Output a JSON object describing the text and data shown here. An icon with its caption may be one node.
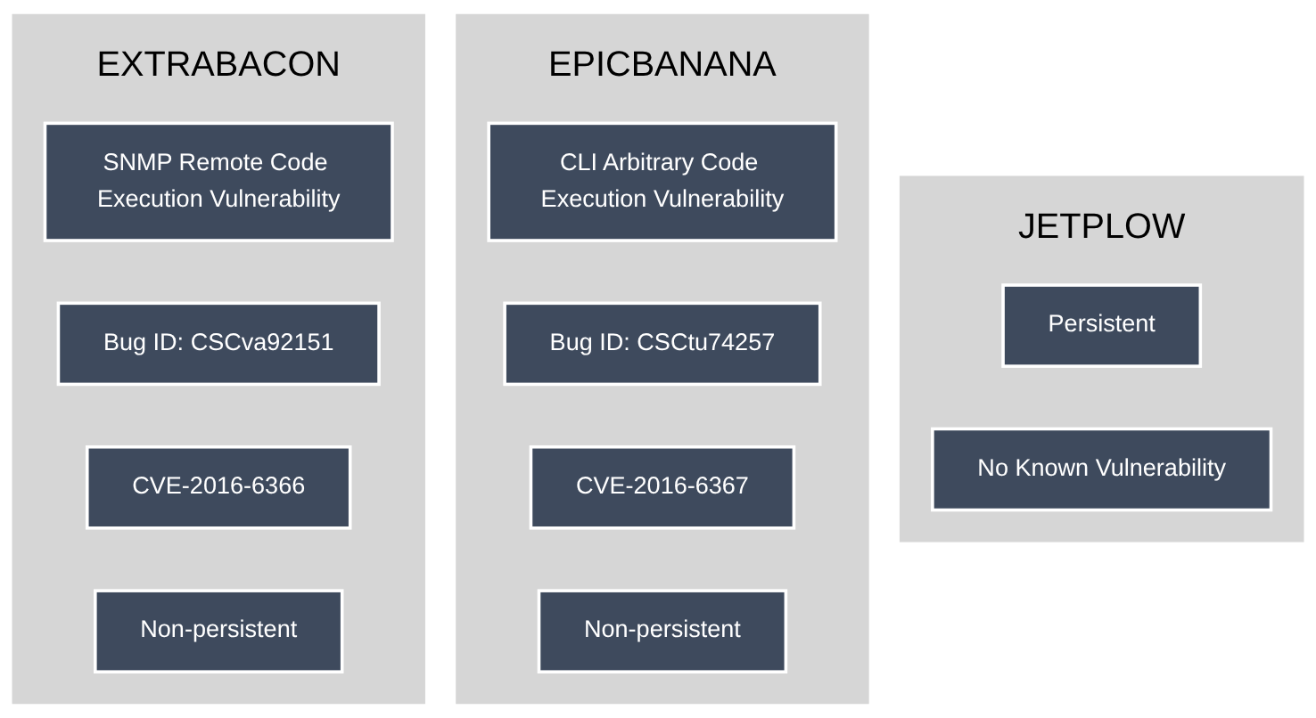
{
  "diagram": {
    "nodes": [
      {
        "text": [
          "EXTRABACON"
        ]
      },
      {
        "text": [
          "SNMP Remote Code Execution Vulnerability"
        ],
        "in": 0
      },
      {
        "text": [
          "Bug ID: CSCva92151"
        ],
        "in": 0
      },
      {
        "text": [
          "CVE-2016-6366"
        ],
        "in": 0
      },
      {
        "text": [
          "Non-persistent"
        ],
        "in": 0
      },
      {
        "text": [
          "EPICBANANA"
        ]
      },
      {
        "text": [
          "CLI Arbitrary Code Execution Vulnerability"
        ],
        "in": 5
      },
      {
        "text": [
          "Bug ID: CSCtu74257"
        ],
        "in": 5
      },
      {
        "text": [
          "CVE-2016-6367"
        ],
        "in": 5
      },
      {
        "text": [
          "Non-persistent"
        ],
        "in": 5
      },
      {
        "text": [
          "JETPLOW"
        ]
      },
      {
        "text": [
          "Persistent"
        ],
        "in": 10
      },
      {
        "text": [
          "No Known Vulnerability"
        ],
        "in": 10
      }
    ],
    "edges": []
  }
}
